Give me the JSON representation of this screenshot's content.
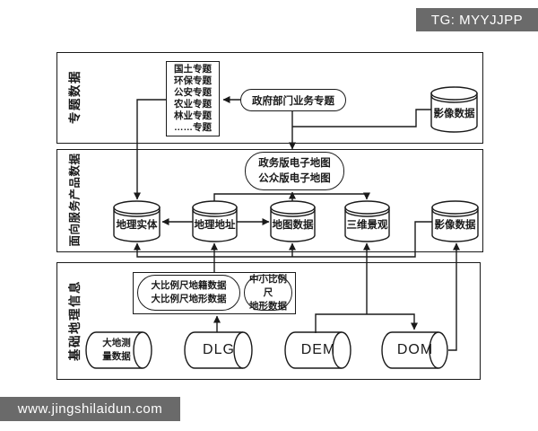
{
  "watermark_top": "TG: MYYJJPP",
  "watermark_bottom": "www.jingshilaidun.com",
  "colors": {
    "line": "#1a1a1a",
    "watermark_bg": "#6a6a6a",
    "watermark_text": "#ffffff"
  },
  "sections": {
    "thematic": {
      "label": "专题数据"
    },
    "service": {
      "label": "面向服务产品数据"
    },
    "basic": {
      "label": "基础地理信息"
    }
  },
  "thematic": {
    "theme_list": [
      "国土专题",
      "环保专题",
      "公安专题",
      "农业专题",
      "林业专题",
      "……专题"
    ],
    "gov_business": "政府部门业务专题",
    "imagery": "影像数据"
  },
  "service": {
    "emap": [
      "政务版电子地图",
      "公众版电子地图"
    ],
    "geo_entity": "地理实体",
    "geo_address": "地理地址",
    "map_data": "地图数据",
    "scene_3d": "三维景观",
    "imagery": "影像数据"
  },
  "basic": {
    "large_scale": [
      "大比例尺地籍数据",
      "大比例尺地形数据"
    ],
    "mid_small_scale": [
      "中小比例尺",
      "地形数据"
    ],
    "geodetic": [
      "大地测",
      "量数据"
    ],
    "dlg": "DLG",
    "dem": "DEM",
    "dom": "DOM"
  }
}
